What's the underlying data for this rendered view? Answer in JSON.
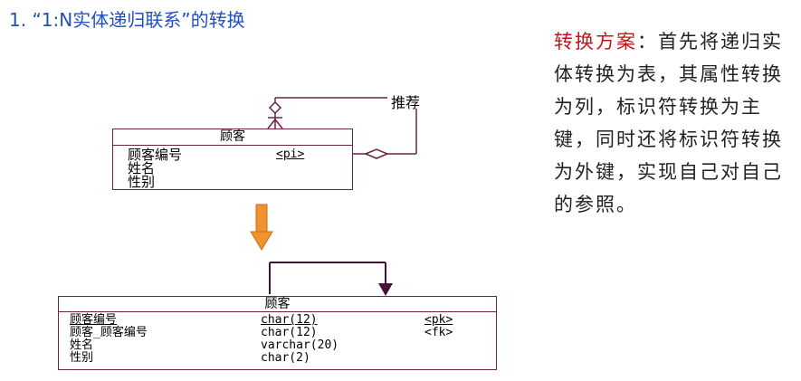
{
  "title": "1. “1:N实体递归联系”的转换",
  "description": {
    "highlight": "转换方案",
    "text": "：首先将递归实体转换为表，其属性转换为列，标识符转换为主键，同时还将标识符转换为外键，实现自己对自己的参照。"
  },
  "upper_entity": {
    "name": "顾客",
    "attributes": [
      {
        "name": "顾客编号",
        "tag": "<pi>"
      },
      {
        "name": "姓名",
        "tag": ""
      },
      {
        "name": "性别",
        "tag": ""
      }
    ],
    "relationship_label": "推荐"
  },
  "lower_table": {
    "name": "顾客",
    "rows": [
      {
        "name": "顾客编号",
        "type": "char(12)",
        "key": "<pk>"
      },
      {
        "name": "顾客_顾客编号",
        "type": "char(12)",
        "key": "<fk>"
      },
      {
        "name": "姓名",
        "type": "varchar(20)",
        "key": ""
      },
      {
        "name": "性别",
        "type": "char(2)",
        "key": ""
      }
    ]
  },
  "colors": {
    "title": "#1f4fbf",
    "highlight": "#c0161b",
    "border": "#6b2244",
    "arrow": "#f0922e",
    "fk_arrow": "#4a1238"
  }
}
